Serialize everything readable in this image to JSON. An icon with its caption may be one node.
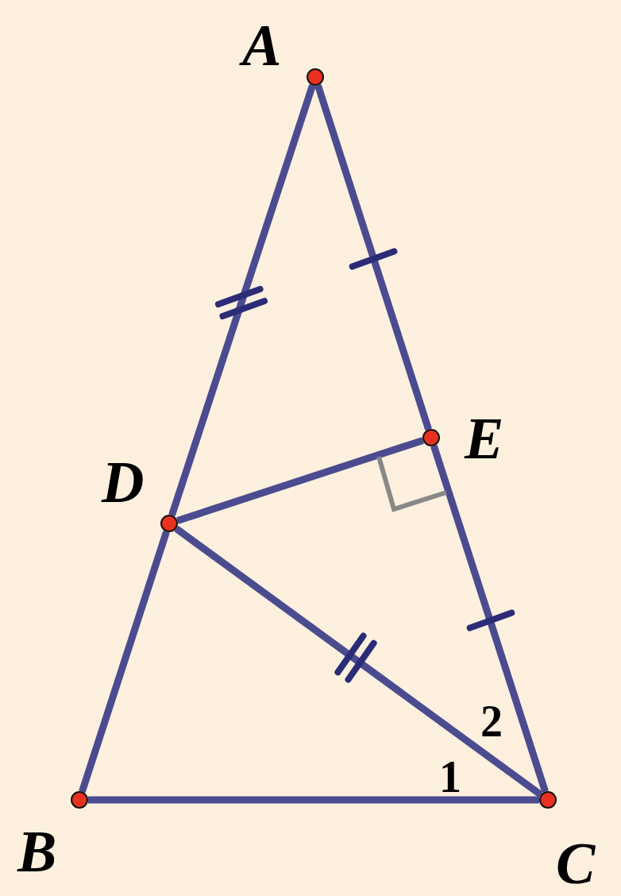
{
  "diagram": {
    "nodes": [
      {
        "text": [],
        "shape": "circle",
        "beside": [
          "A"
        ]
      },
      {
        "text": [],
        "shape": "circle",
        "beside": [
          "D"
        ]
      },
      {
        "text": [],
        "shape": "circle",
        "beside": [
          "E"
        ]
      },
      {
        "text": [],
        "shape": "circle",
        "beside": [
          "B"
        ]
      },
      {
        "text": [],
        "shape": "circle",
        "beside": [
          "C"
        ]
      }
    ],
    "edges": [
      {
        "from": 0,
        "to": 1,
        "arrow": "none"
      },
      {
        "from": 1,
        "to": 3,
        "arrow": "none"
      },
      {
        "from": 0,
        "to": 2,
        "arrow": "none"
      },
      {
        "from": 2,
        "to": 4,
        "arrow": "none"
      },
      {
        "from": 3,
        "to": 4,
        "arrow": "none"
      },
      {
        "from": 1,
        "to": 2,
        "arrow": "none"
      },
      {
        "from": 1,
        "to": 4,
        "arrow": "none"
      }
    ],
    "labels": [
      "2",
      "1"
    ]
  }
}
